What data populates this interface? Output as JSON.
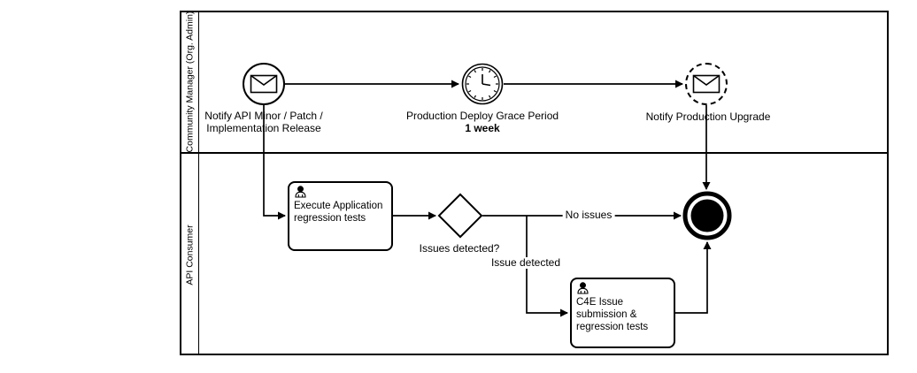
{
  "pool": {
    "lanes": [
      {
        "label": "Community Manager (Org. Admin)"
      },
      {
        "label": "API Consumer"
      }
    ]
  },
  "events": {
    "start_message": {
      "label_line1": "Notify API Minor / Patch /",
      "label_line2": "Implementation Release",
      "icon": "envelope-icon"
    },
    "timer": {
      "label": "Production Deploy Grace Period",
      "duration": "1 week",
      "icon": "clock-icon"
    },
    "message_throw": {
      "label": "Notify Production Upgrade",
      "icon": "envelope-icon"
    },
    "end_terminate": {
      "icon": "terminate-icon"
    }
  },
  "tasks": {
    "execute_regression": {
      "label": "Execute Application regression tests",
      "type_icon": "user-icon"
    },
    "c4e_issue": {
      "label": "C4E Issue submission & regression tests",
      "type_icon": "user-icon"
    }
  },
  "gateway": {
    "label": "Issues detected?"
  },
  "flow_labels": {
    "no_issues": "No issues",
    "issue_detected": "Issue detected"
  },
  "colors": {
    "stroke": "#000000",
    "background": "#ffffff"
  }
}
